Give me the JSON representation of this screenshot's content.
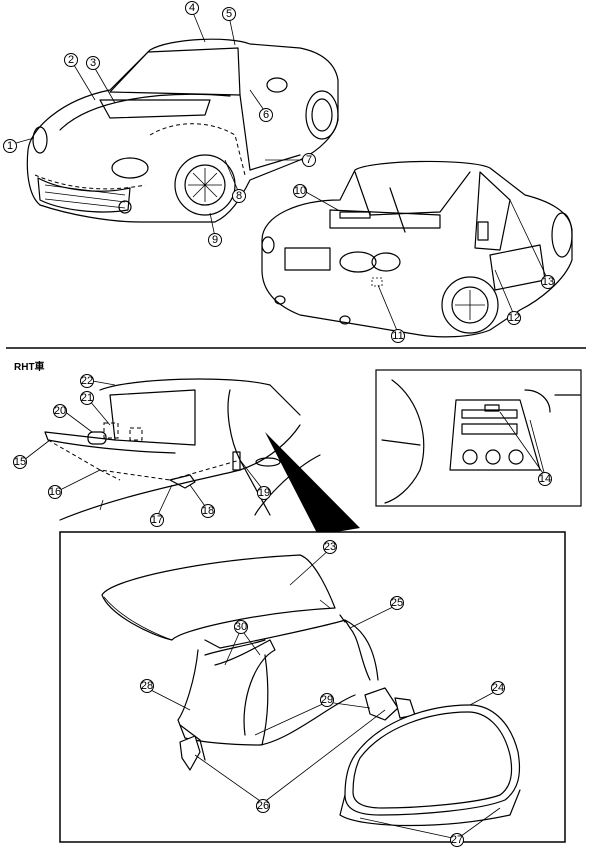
{
  "section_label": "RHT車",
  "callouts": [
    "1",
    "2",
    "3",
    "4",
    "5",
    "6",
    "7",
    "8",
    "9",
    "10",
    "11",
    "12",
    "13",
    "14",
    "15",
    "16",
    "17",
    "18",
    "19",
    "20",
    "21",
    "22",
    "23",
    "24",
    "25",
    "26",
    "27",
    "28",
    "29",
    "30"
  ]
}
